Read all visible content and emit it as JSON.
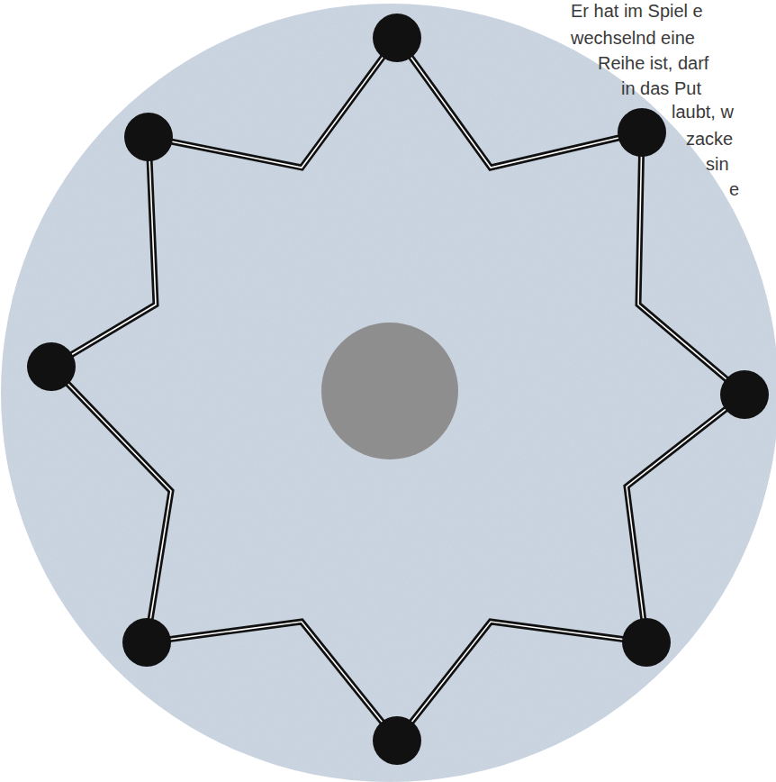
{
  "diagram": {
    "labels": [
      "Er hat im Spiel e",
      "wechselnd eine",
      "Reihe ist, darf",
      "in das Put",
      "laubt, w",
      "zacke",
      "sin",
      "e"
    ]
  }
}
